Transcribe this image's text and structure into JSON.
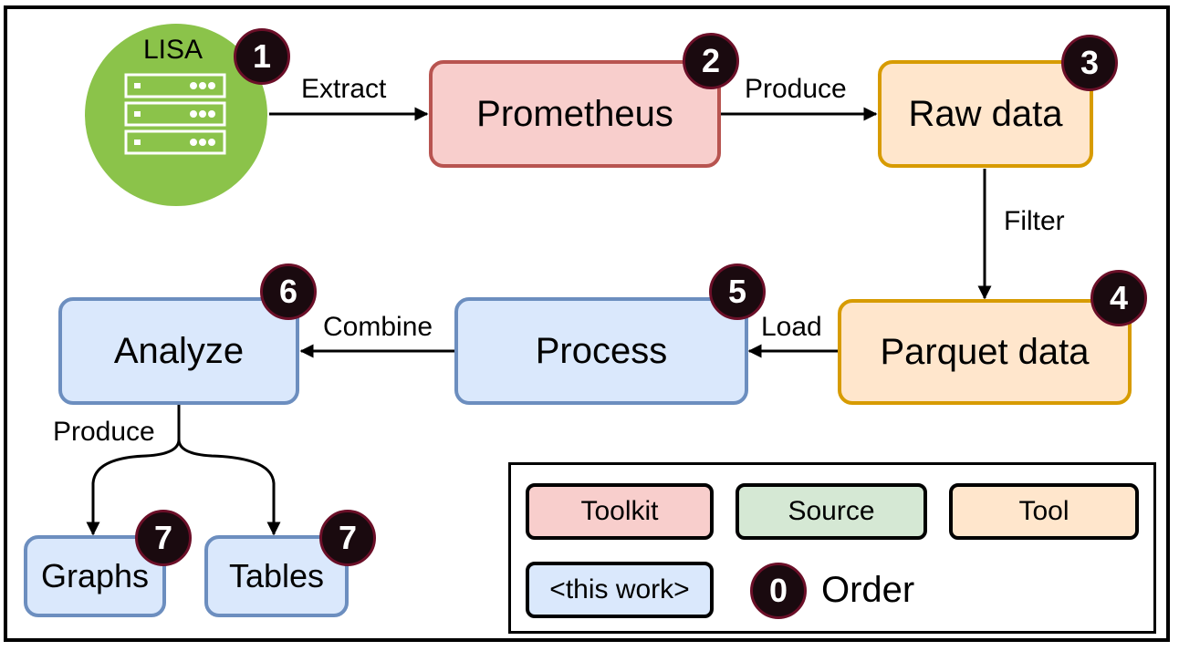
{
  "nodes": {
    "lisa": "LISA",
    "prometheus": "Prometheus",
    "raw_data": "Raw data",
    "parquet_data": "Parquet data",
    "process": "Process",
    "analyze": "Analyze",
    "graphs": "Graphs",
    "tables": "Tables"
  },
  "edges": {
    "extract": "Extract",
    "produce_raw": "Produce",
    "filter": "Filter",
    "load": "Load",
    "combine": "Combine",
    "produce_outputs": "Produce"
  },
  "badges": {
    "lisa": "1",
    "prometheus": "2",
    "raw_data": "3",
    "parquet_data": "4",
    "process": "5",
    "analyze": "6",
    "graphs": "7",
    "tables": "7"
  },
  "legend": {
    "toolkit": "Toolkit",
    "source": "Source",
    "tool": "Tool",
    "this_work": "<this work>",
    "order_badge": "0",
    "order_label": "Order"
  },
  "colors": {
    "toolkit_fill": "#f8cecc",
    "toolkit_border": "#b85450",
    "source_fill": "#d5e8d4",
    "source_border": "#82b366",
    "tool_fill": "#ffe6cc",
    "tool_border": "#d79b00",
    "this_work_fill": "#dae8fc",
    "this_work_border": "#6c8ebf",
    "lisa_fill": "#8bc34a",
    "badge_fill": "#1a0a0f"
  },
  "icons": {
    "lisa": "server-rack-icon"
  }
}
